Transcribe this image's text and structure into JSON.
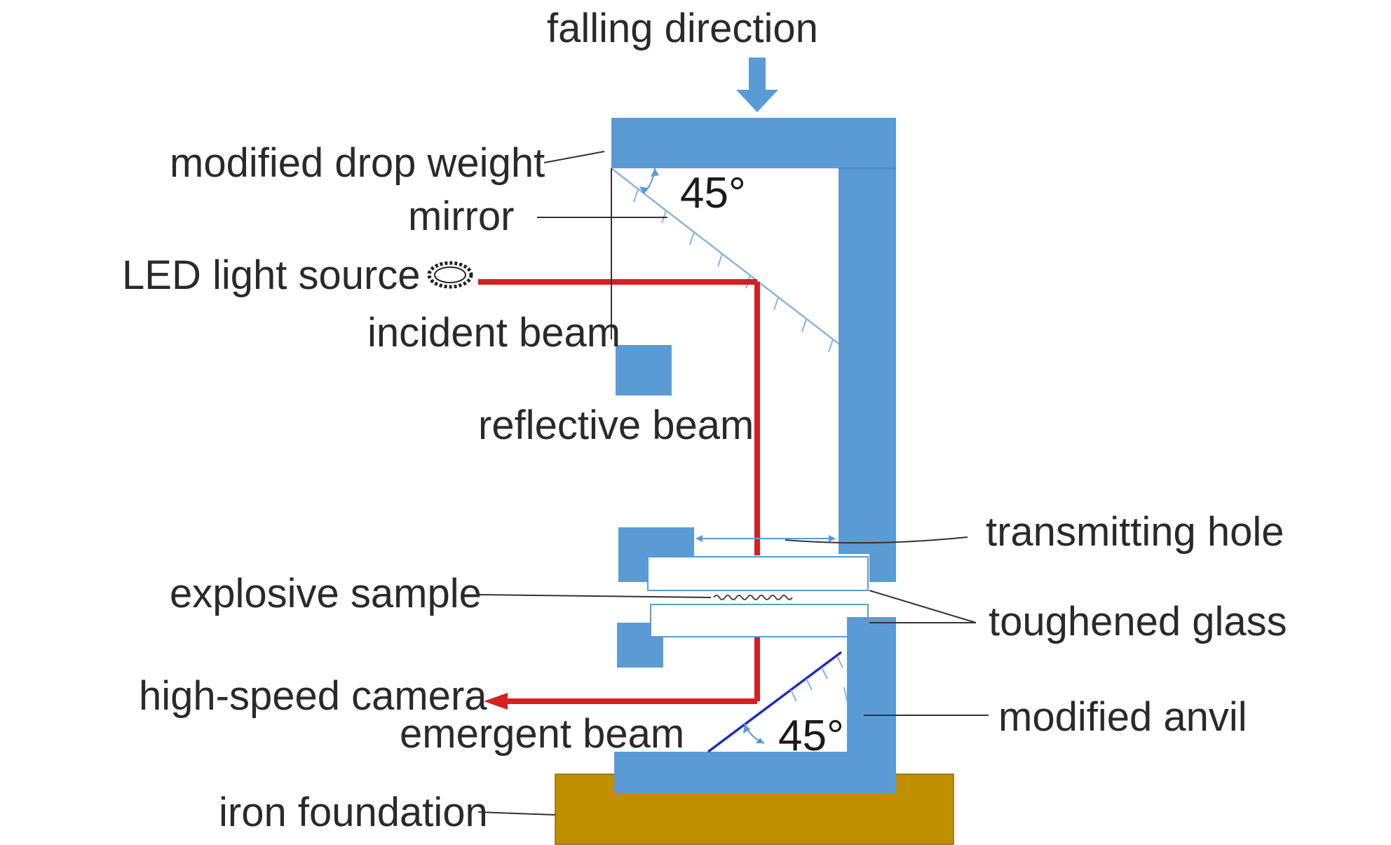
{
  "labels": {
    "falling_direction": "falling direction",
    "modified_drop_weight": "modified drop weight",
    "mirror": "mirror",
    "led_light_source": "LED light source",
    "incident_beam": "incident beam",
    "reflective_beam": "reflective beam",
    "transmitting_hole": "transmitting hole",
    "explosive_sample": "explosive sample",
    "toughened_glass": "toughened glass",
    "high_speed_camera": "high-speed camera",
    "emergent_beam": "emergent beam",
    "modified_anvil": "modified anvil",
    "iron_foundation": "iron foundation",
    "angle_top": "45°",
    "angle_bottom": "45°"
  },
  "colors": {
    "steel_blue": "#5b9bd5",
    "beam_red": "#d42020",
    "foundation_gold": "#bf8f00",
    "mirror_line": "#8cb4dc",
    "lower_mirror": "#1f2fb8",
    "leader_line": "#333333"
  }
}
